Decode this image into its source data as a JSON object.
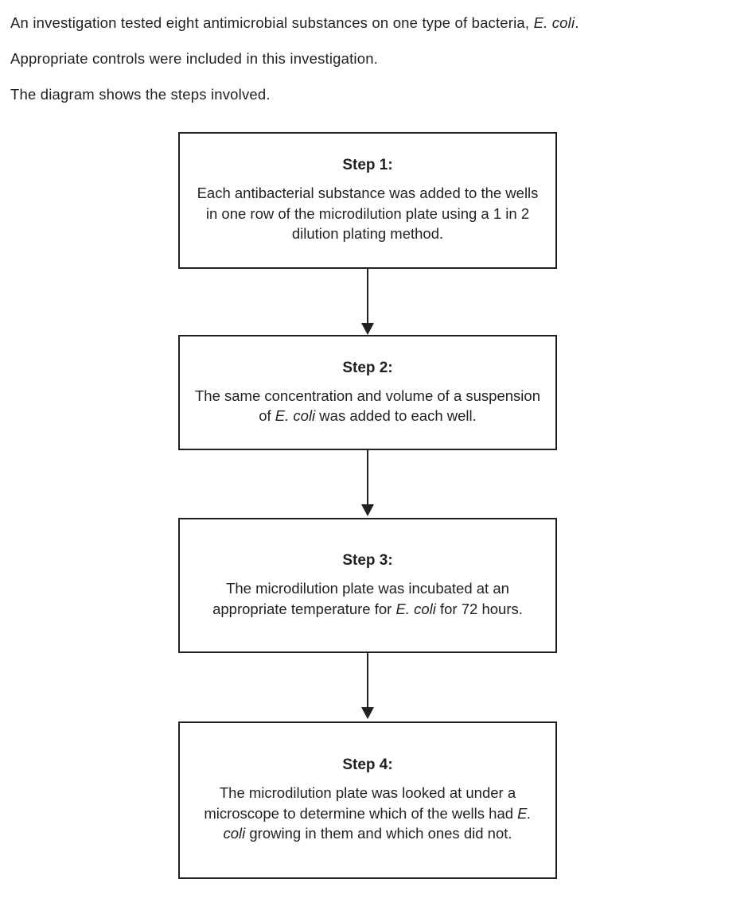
{
  "intro": {
    "line1_before": "An investigation tested eight antimicrobial substances on one type of bacteria, ",
    "line1_species": "E. coli",
    "line1_after": ".",
    "line2": "Appropriate controls were included in this investigation.",
    "line3": "The diagram shows the steps involved."
  },
  "diagram": {
    "steps": [
      {
        "title": "Step 1:",
        "body_before": "Each antibacterial substance was added to the wells in one row of the microdilution plate using a 1 in 2 dilution plating method.",
        "body_species": "",
        "body_after": ""
      },
      {
        "title": "Step 2:",
        "body_before": "The same concentration and volume of a suspension of ",
        "body_species": "E. coli",
        "body_after": " was added to each well."
      },
      {
        "title": "Step 3:",
        "body_before": "The microdilution plate was incubated at an appropriate temperature for ",
        "body_species": "E. coli",
        "body_after": " for 72 hours."
      },
      {
        "title": "Step 4:",
        "body_before": "The microdilution plate was looked at under a microscope to determine which of the wells had ",
        "body_species": "E. coli",
        "body_after": " growing in them and which ones did not."
      }
    ],
    "arrow_label": "downward-arrow"
  },
  "colors": {
    "ink": "#231f20",
    "background": "#ffffff"
  }
}
